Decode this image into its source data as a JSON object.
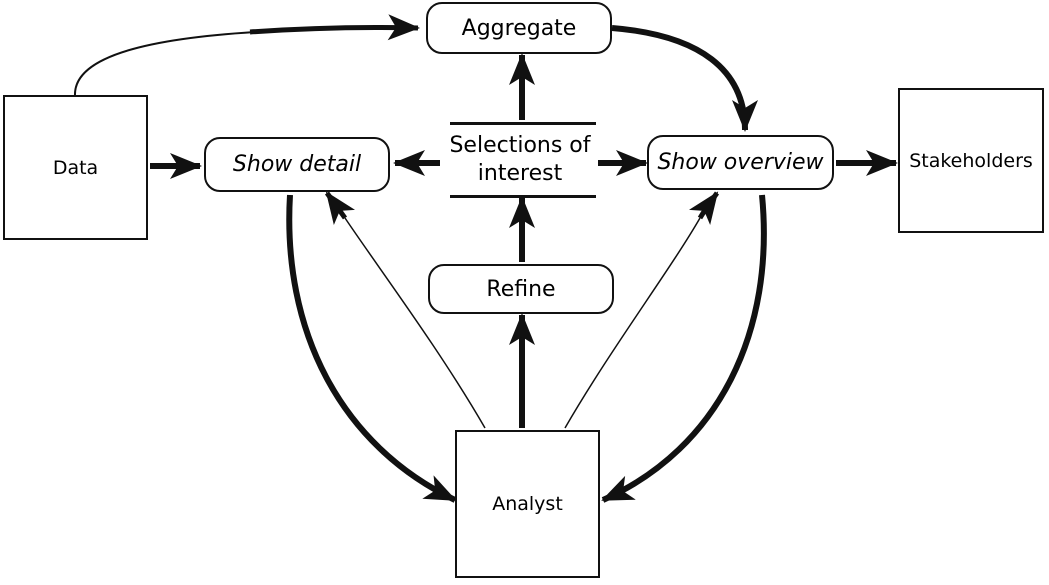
{
  "nodes": {
    "data": "Data",
    "aggregate": "Aggregate",
    "show_detail": "Show detail",
    "selections_line1": "Selections of",
    "selections_line2": "interest",
    "show_overview": "Show overview",
    "stakeholders": "Stakeholders",
    "refine": "Refine",
    "analyst": "Analyst"
  }
}
